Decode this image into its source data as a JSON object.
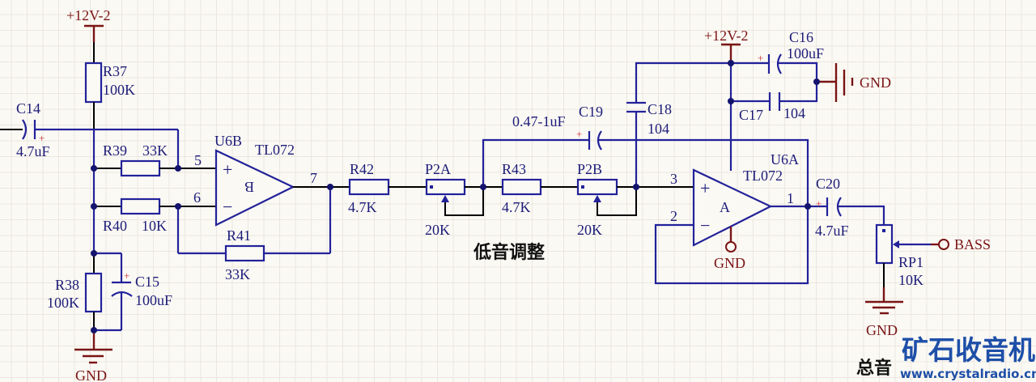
{
  "colors": {
    "wire": "#22229a",
    "power": "#7a1414",
    "text": "#1c1c78",
    "logo": "#1e4fa8"
  },
  "left": {
    "vcc": "+12V-2",
    "r37": "R37",
    "r37_val": "100K",
    "c14": "C14",
    "c14_val": "4.7uF",
    "r39": "R39",
    "r39_val": "33K",
    "r40": "R40",
    "r40_val": "10K",
    "r41": "R41",
    "r41_val": "33K",
    "r38": "R38",
    "r38_val": "100K",
    "c15": "C15",
    "c15_val": "100uF",
    "gnd": "GND",
    "u6b": "U6B",
    "u6b_type": "TL072",
    "u6b_unit": "B",
    "pin5": "5",
    "pin6": "6",
    "pin7": "7",
    "plus": "+",
    "minus": "−"
  },
  "middle": {
    "r42": "R42",
    "r42_val": "4.7K",
    "p2a": "P2A",
    "p2a_val": "20K",
    "r43": "R43",
    "r43_val": "4.7K",
    "p2b": "P2B",
    "p2b_val": "20K",
    "c19": "C19",
    "c19_val": "0.47-1uF",
    "c18": "C18",
    "c18_val": "104",
    "title": "低音调整"
  },
  "right": {
    "vcc": "+12V-2",
    "c16": "C16",
    "c16_val": "100uF",
    "c17": "C17",
    "c17_val": "104",
    "gnd_top": "GND",
    "u6a": "U6A",
    "u6a_type": "TL072",
    "u6a_unit": "A",
    "pin3": "3",
    "pin2": "2",
    "pin1": "1",
    "gnd_pin": "GND",
    "c20": "C20",
    "c20_val": "4.7uF",
    "rp1": "RP1",
    "rp1_val": "10K",
    "bass": "BASS",
    "gnd_bottom": "GND",
    "plus": "+",
    "minus": "−"
  },
  "polarity": "+",
  "watermark": {
    "logo": "矿石收音机",
    "url": "www.crystalradio.cn",
    "partial": "总音"
  }
}
